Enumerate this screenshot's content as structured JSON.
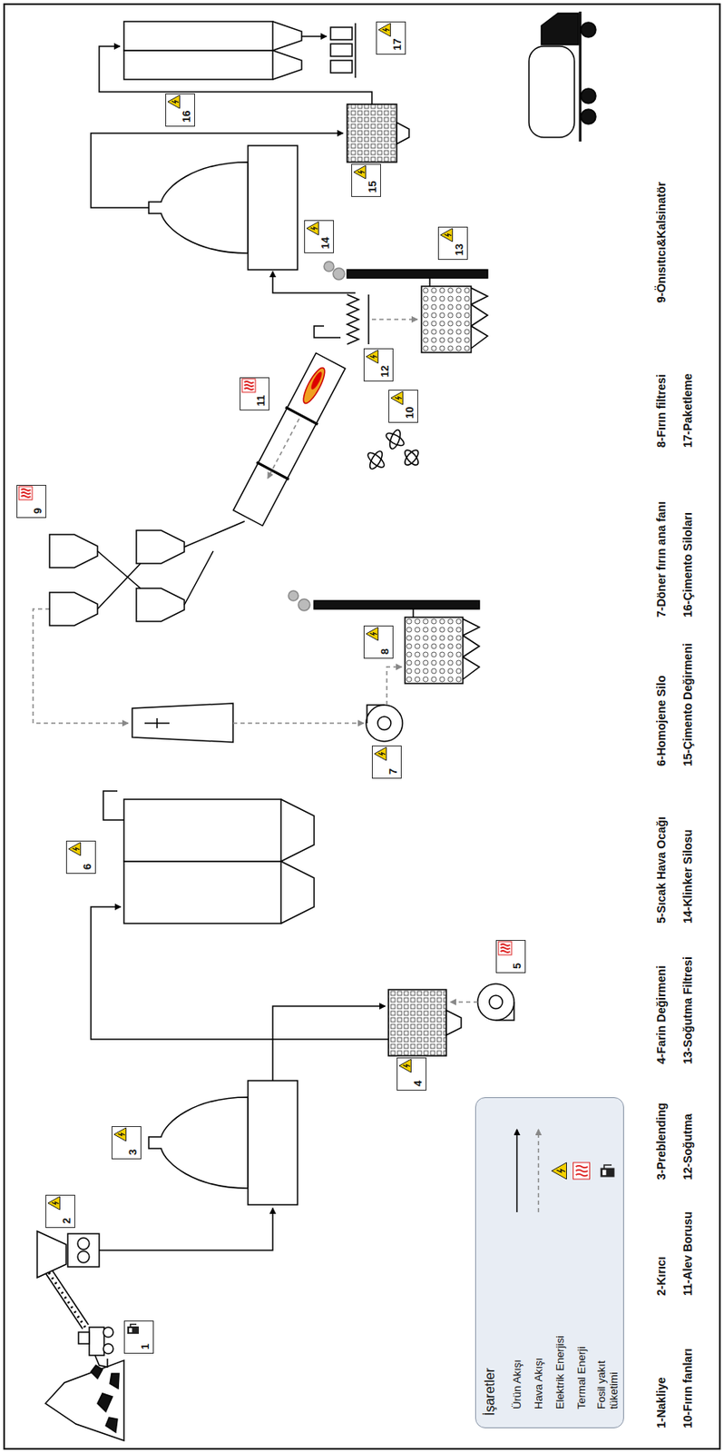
{
  "diagram": {
    "nodes": [
      {
        "text": [
          "1"
        ]
      },
      {
        "text": [
          "2"
        ]
      },
      {
        "text": [
          "3"
        ]
      },
      {
        "text": [
          "4"
        ]
      },
      {
        "text": [
          "5"
        ]
      },
      {
        "text": [
          "6"
        ]
      },
      {
        "text": [
          "7"
        ]
      },
      {
        "text": [
          "8"
        ]
      },
      {
        "text": [
          "9"
        ]
      },
      {
        "text": [
          "10"
        ]
      },
      {
        "text": [
          "11"
        ]
      },
      {
        "text": [
          "12"
        ]
      },
      {
        "text": [
          "13"
        ]
      },
      {
        "text": [
          "14"
        ]
      },
      {
        "text": [
          "15"
        ]
      },
      {
        "text": [
          "16"
        ]
      },
      {
        "text": [
          "17"
        ]
      }
    ],
    "labels": [
      "İşaretler",
      "1-Nakliye",
      "2-Kırıcı",
      "3-Preblending",
      "4-Farin Değirmeni",
      "5-Sıcak Hava Ocağı",
      "6-Homojene Silo",
      "7-Döner fırın ana fanı",
      "8-Fırın filtresi",
      "9-Önısıtıcı&Kalsinatör",
      "10-Fırın fanları",
      "11-Alev Borusu",
      "12-Soğutma",
      "13-Soğutma Filtresi",
      "14-Klinker Silosu",
      "15-Çimento Değirmeni",
      "16-Çimento Siloları",
      "17-Paketleme"
    ],
    "legend": [
      {
        "text": "Ürün Akışı"
      },
      {
        "text": "Hava Akışı"
      },
      {
        "text": "Elektrik Enerjisi"
      },
      {
        "text": "Termal Enerji"
      },
      {
        "text": "Fosil yakıt tüketimi"
      }
    ]
  }
}
